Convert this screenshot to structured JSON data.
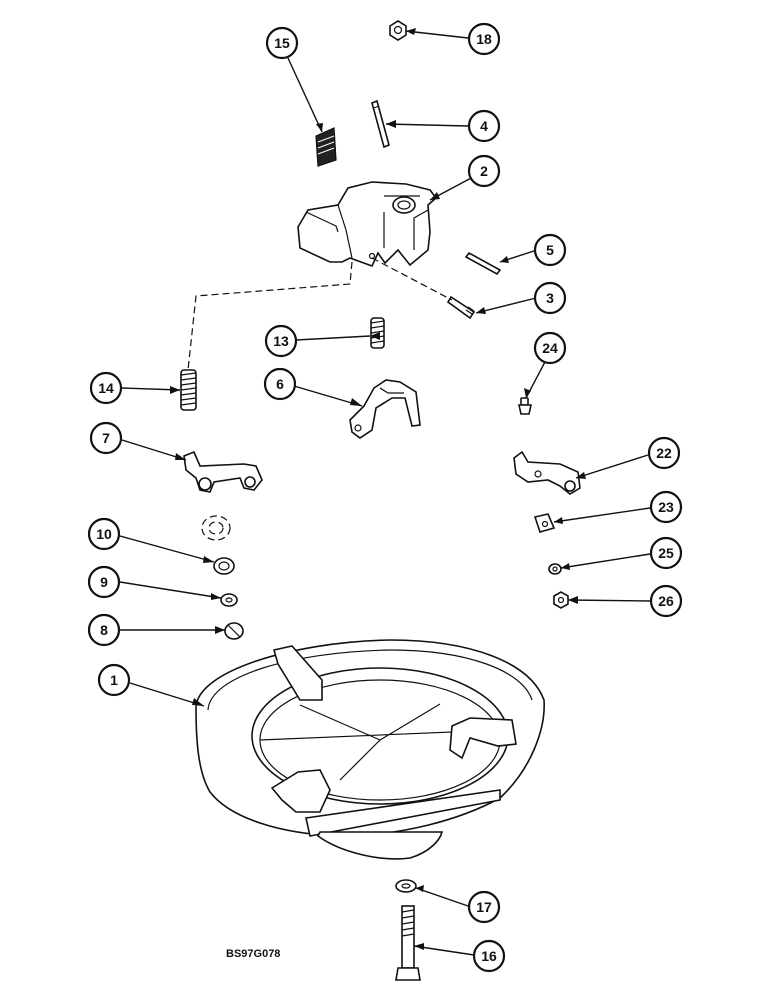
{
  "drawing_code": "BS97G078",
  "colors": {
    "ink": "#111111",
    "paper": "#ffffff"
  },
  "callouts": [
    {
      "id": "1",
      "label": "1"
    },
    {
      "id": "2",
      "label": "2"
    },
    {
      "id": "3",
      "label": "3"
    },
    {
      "id": "4",
      "label": "4"
    },
    {
      "id": "5",
      "label": "5"
    },
    {
      "id": "6",
      "label": "6"
    },
    {
      "id": "7",
      "label": "7"
    },
    {
      "id": "8",
      "label": "8"
    },
    {
      "id": "9",
      "label": "9"
    },
    {
      "id": "10",
      "label": "10"
    },
    {
      "id": "13",
      "label": "13"
    },
    {
      "id": "14",
      "label": "14"
    },
    {
      "id": "15",
      "label": "15"
    },
    {
      "id": "16",
      "label": "16"
    },
    {
      "id": "17",
      "label": "17"
    },
    {
      "id": "18",
      "label": "18"
    },
    {
      "id": "22",
      "label": "22"
    },
    {
      "id": "23",
      "label": "23"
    },
    {
      "id": "24",
      "label": "24"
    },
    {
      "id": "25",
      "label": "25"
    },
    {
      "id": "26",
      "label": "26"
    }
  ]
}
